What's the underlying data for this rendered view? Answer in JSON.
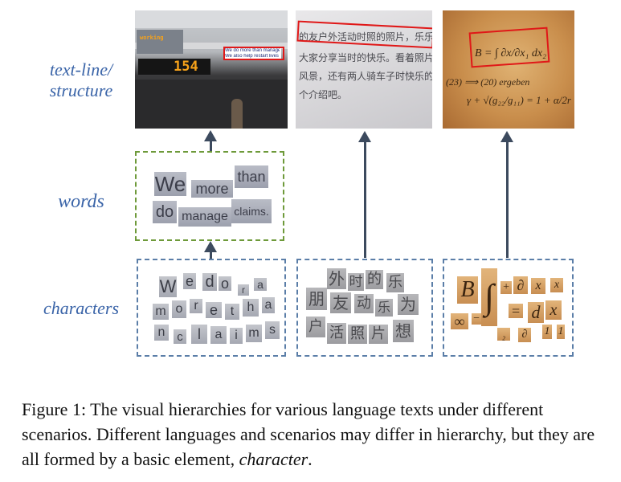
{
  "row_labels": {
    "structure": [
      "text-line/",
      "structure"
    ],
    "words": "words",
    "characters": "characters"
  },
  "bus_photo": {
    "route_number": "154",
    "sign_text": [
      "We do more than manage claims",
      "We also help restart lives"
    ],
    "brand_text": "working"
  },
  "chinese_photo": {
    "lines": [
      "的友户外活动时照的照片，乐乐想为",
      "大家分享当时的快乐。看着照片，乐",
      "风景，还有两人骑车子时快乐的谈话",
      "个介绍吧。"
    ]
  },
  "math_photo": {
    "formula": "B = ∫ ∂x/∂x₁ dx₂",
    "line2": "(23) ⟹ (20) ergeben",
    "line3": "γ + √(g₂₂/g₁₁) = 1 + α/2r"
  },
  "words_panel": {
    "tiles": [
      "We",
      "more",
      "than",
      "do",
      "manage",
      "claims."
    ]
  },
  "chars_latin": {
    "tiles": [
      "W",
      "e",
      "d",
      "o",
      "r",
      "a",
      "m",
      "o",
      "r",
      "e",
      "t",
      "h",
      "a",
      "n",
      "c",
      "l",
      "a",
      "i",
      "m",
      "s"
    ]
  },
  "chars_chinese": {
    "tiles": [
      "外",
      "时",
      "的",
      "乐",
      "朋",
      "友",
      "动",
      "乐",
      "为",
      "户",
      "活",
      "照",
      "片",
      "想"
    ]
  },
  "chars_math": {
    "tiles": [
      "B",
      "∫",
      "+",
      "∂",
      "x",
      "x",
      "∞",
      "−",
      "=",
      "d",
      "x",
      "₂",
      "∂",
      "1",
      "1"
    ]
  },
  "caption": {
    "prefix": "Figure 1: ",
    "body": "The visual hierarchies for various language texts under different scenarios. Different languages and scenarios may differ in hierarchy, but they are all formed by a basic element, ",
    "emph": "character",
    "end": "."
  }
}
